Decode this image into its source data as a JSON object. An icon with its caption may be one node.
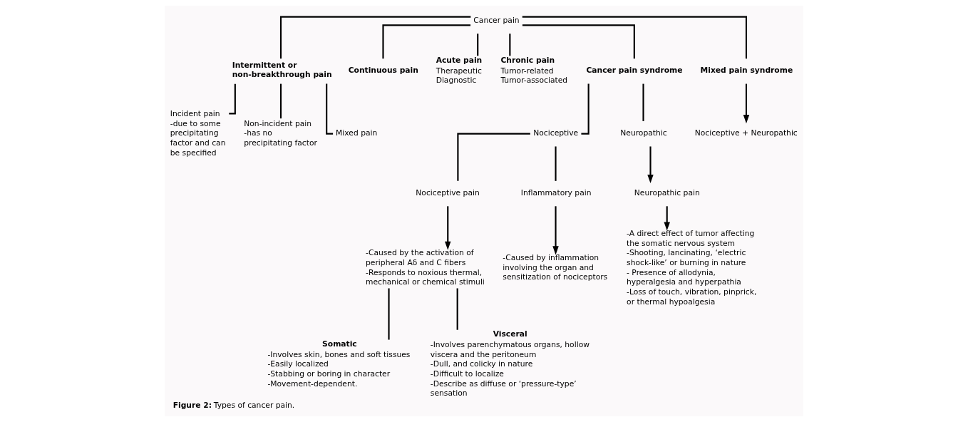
{
  "diagram": {
    "caption": "**Figure 2:** Types of cancer pain.",
    "nodes": [
      {
        "text": [
          "Cancer pain"
        ]
      },
      {
        "text": [
          "Intermittent or non-breakthrough pain"
        ]
      },
      {
        "text": [
          "Continuous pain"
        ]
      },
      {
        "text": [
          "Acute pain",
          "Therapeutic",
          "Diagnostic"
        ]
      },
      {
        "text": [
          "Chronic pain",
          "Tumor-related",
          "Tumor-associated"
        ]
      },
      {
        "text": [
          "Cancer pain syndrome"
        ]
      },
      {
        "text": [
          "Mixed pain syndrome"
        ]
      },
      {
        "text": [
          "Incident pain",
          "-due to some precipitating factor and can be specified"
        ]
      },
      {
        "text": [
          "Non-incident pain",
          "-has no precipitating factor"
        ]
      },
      {
        "text": [
          "Mixed pain"
        ]
      },
      {
        "text": [
          "Nociceptive"
        ]
      },
      {
        "text": [
          "Neuropathic"
        ]
      },
      {
        "text": [
          "Nociceptive + Neuropathic"
        ]
      },
      {
        "text": [
          "Nociceptive pain"
        ]
      },
      {
        "text": [
          "Inflammatory pain"
        ]
      },
      {
        "text": [
          "Neuropathic pain"
        ]
      },
      {
        "text": [
          "-Caused by the activation of peripheral Aδ and C fibers",
          "-Responds to noxious thermal, mechanical or chemical stimuli"
        ]
      },
      {
        "text": [
          "-Caused by inflammation involving the organ and sensitization of nociceptors"
        ]
      },
      {
        "text": [
          "-A direct effect of tumor affecting the somatic nervous system",
          "-Shooting, lancinating, ‘electric shock-like’ or burning in nature",
          "- Presence of allodynia, hyperalgesia and hyperpathia",
          "-Loss of touch, vibration, pinprick, or thermal hypoalgesia"
        ]
      },
      {
        "text": [
          "Somatic",
          "-Involves skin, bones and soft tissues",
          "-Easily localized",
          "-Stabbing or boring in character",
          "-Movement-dependent."
        ]
      },
      {
        "text": [
          "Visceral",
          "-Involves parenchymatous organs, hollow viscera and the peritoneum",
          "-Dull, and colicky in nature",
          "-Difficult to localize",
          "-Describe as diffuse or ‘pressure-type’ sensation"
        ]
      }
    ],
    "edges": [
      {
        "from": 0,
        "to": 1,
        "arrow": "none"
      },
      {
        "from": 0,
        "to": 2,
        "arrow": "none"
      },
      {
        "from": 0,
        "to": 3,
        "arrow": "none"
      },
      {
        "from": 0,
        "to": 4,
        "arrow": "none"
      },
      {
        "from": 0,
        "to": 5,
        "arrow": "none"
      },
      {
        "from": 0,
        "to": 6,
        "arrow": "none"
      },
      {
        "from": 1,
        "to": 7,
        "arrow": "none"
      },
      {
        "from": 1,
        "to": 8,
        "arrow": "none"
      },
      {
        "from": 1,
        "to": 9,
        "arrow": "none"
      },
      {
        "from": 5,
        "to": 10,
        "arrow": "none"
      },
      {
        "from": 5,
        "to": 11,
        "arrow": "none"
      },
      {
        "from": 6,
        "to": 12,
        "arrow": "to"
      },
      {
        "from": 10,
        "to": 13,
        "arrow": "none"
      },
      {
        "from": 10,
        "to": 14,
        "arrow": "none"
      },
      {
        "from": 11,
        "to": 15,
        "arrow": "to"
      },
      {
        "from": 13,
        "to": 16,
        "arrow": "to"
      },
      {
        "from": 14,
        "to": 17,
        "arrow": "to"
      },
      {
        "from": 15,
        "to": 18,
        "arrow": "to"
      },
      {
        "from": 16,
        "to": 19,
        "arrow": "none"
      },
      {
        "from": 16,
        "to": 20,
        "arrow": "none"
      }
    ]
  }
}
